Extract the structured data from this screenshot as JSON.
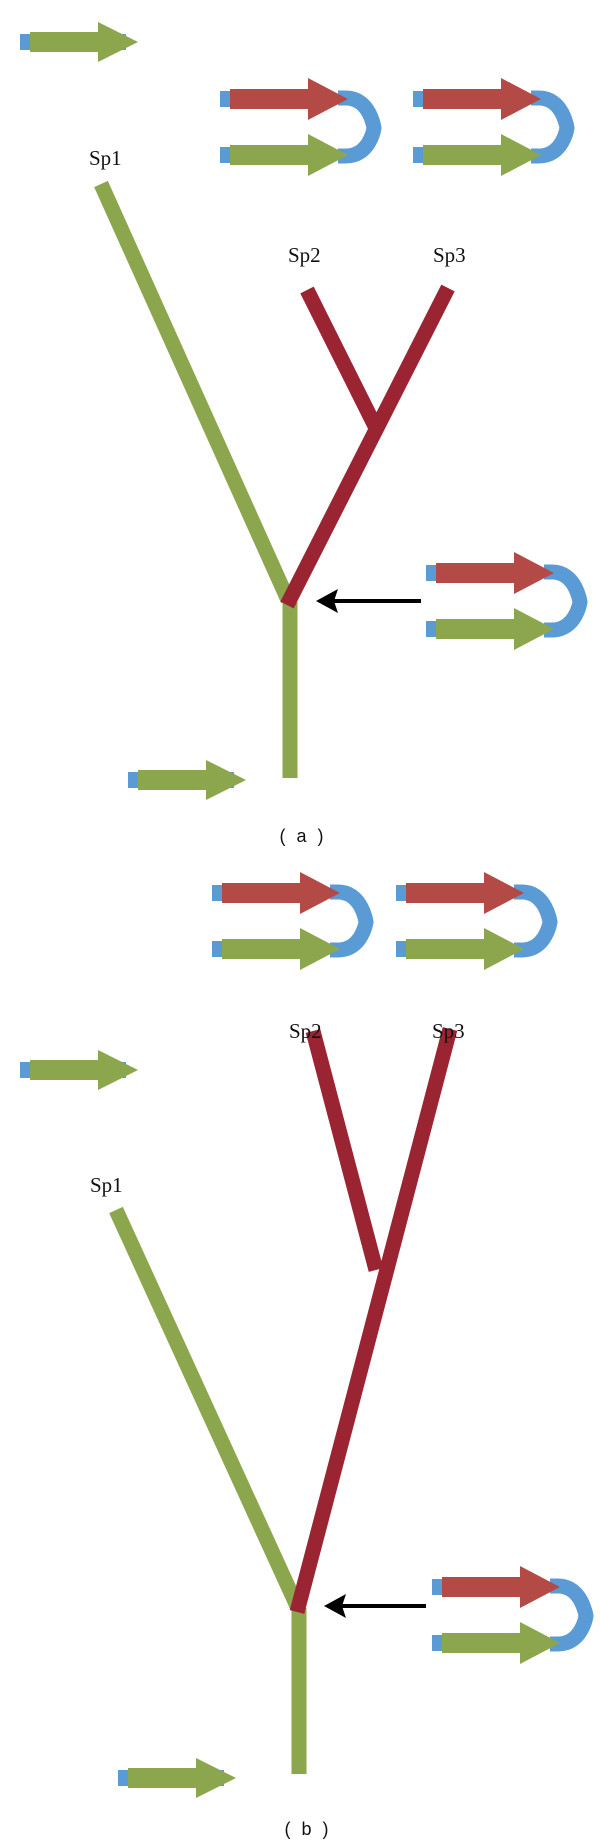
{
  "colors": {
    "green": "#8ba64c",
    "red": "#9b2433",
    "red_arrow": "#b34a45",
    "blue": "#5b9bd5",
    "pointer": "#000000"
  },
  "icons": {
    "gene_single": "single-gene-arrow-icon",
    "gene_duplicated": "duplicated-gene-pair-icon",
    "event_pointer": "event-pointer-arrow-icon"
  },
  "panels": [
    {
      "id": "a",
      "label": "( a )",
      "species": [
        {
          "name": "Sp1",
          "color": "green"
        },
        {
          "name": "Sp2",
          "color": "red"
        },
        {
          "name": "Sp3",
          "color": "red"
        }
      ]
    },
    {
      "id": "b",
      "label": "( b )",
      "species": [
        {
          "name": "Sp1",
          "color": "green"
        },
        {
          "name": "Sp2",
          "color": "red"
        },
        {
          "name": "Sp3",
          "color": "red"
        }
      ]
    }
  ]
}
